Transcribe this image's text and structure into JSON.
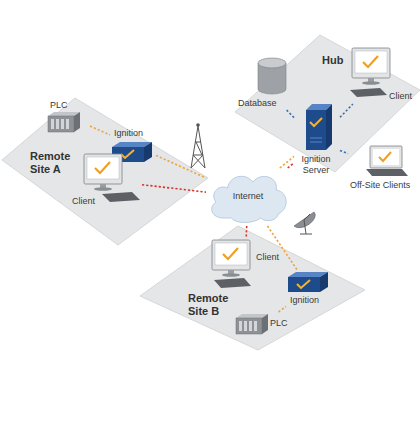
{
  "diagram": {
    "nodes": [
      {
        "text": [
          "Remote Site A"
        ]
      },
      {
        "text": [
          "PLC"
        ],
        "in": 0
      },
      {
        "text": [
          "Ignition"
        ],
        "in": 0
      },
      {
        "text": [
          "Client"
        ],
        "in": 0
      },
      {
        "text": [
          "Hub"
        ]
      },
      {
        "text": [
          "Database"
        ],
        "in": 4
      },
      {
        "text": [
          "Client"
        ],
        "in": 4
      },
      {
        "text": [
          "Ignition Server"
        ],
        "in": 4
      },
      {
        "text": [
          "Off-Site Clients"
        ]
      },
      {
        "text": [
          "Internet"
        ]
      },
      {
        "text": [
          "Remote Site B"
        ]
      },
      {
        "text": [
          "Client"
        ],
        "in": 10
      },
      {
        "text": [
          "Ignition"
        ],
        "in": 10
      },
      {
        "text": [
          "PLC"
        ],
        "in": 10
      }
    ],
    "edges": [
      {
        "from": 1,
        "to": 2,
        "arrow": "none"
      },
      {
        "from": 2,
        "to": 9,
        "arrow": "none"
      },
      {
        "from": 3,
        "to": 9,
        "arrow": "none"
      },
      {
        "from": 9,
        "to": 7,
        "arrow": "none"
      },
      {
        "from": 9,
        "to": 7,
        "arrow": "none"
      },
      {
        "from": 7,
        "to": 5,
        "arrow": "none"
      },
      {
        "from": 7,
        "to": 6,
        "arrow": "none"
      },
      {
        "from": 7,
        "to": 8,
        "arrow": "none"
      },
      {
        "from": 9,
        "to": 12,
        "arrow": "none"
      },
      {
        "from": 9,
        "to": 11,
        "arrow": "none"
      },
      {
        "from": 13,
        "to": 12,
        "arrow": "none"
      }
    ]
  }
}
